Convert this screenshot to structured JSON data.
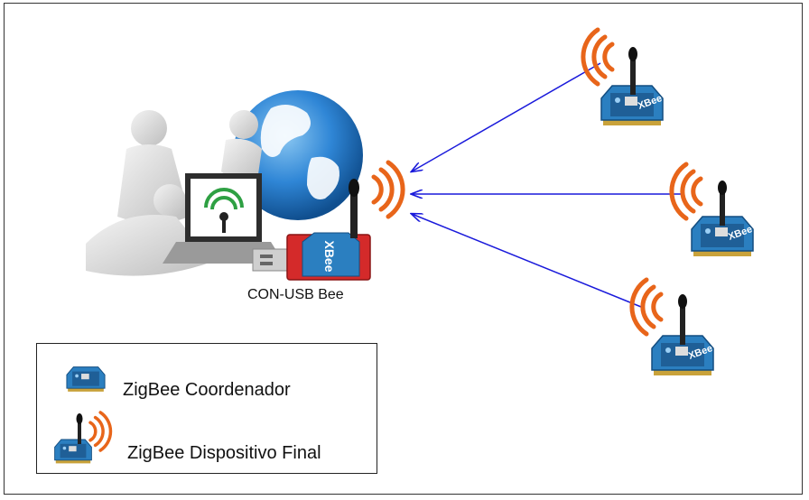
{
  "diagram": {
    "device_label": "CON-USB Bee",
    "module_text": "XBee",
    "legend": {
      "coordinator_label": "ZigBee Coordenador",
      "end_device_label": "ZigBee Dispositivo Final"
    },
    "colors": {
      "arrow": "#1a1adb",
      "signal": "#e8651a",
      "module_board": "#2b7fc0",
      "usb_board": "#d42a2a",
      "globe": "#2f86d6",
      "frame": "#333333"
    },
    "icons": [
      "globe-icon",
      "people-icon",
      "laptop-icon",
      "usb-bee-icon",
      "antenna-icon",
      "xbee-module-icon",
      "signal-waves-icon"
    ]
  }
}
